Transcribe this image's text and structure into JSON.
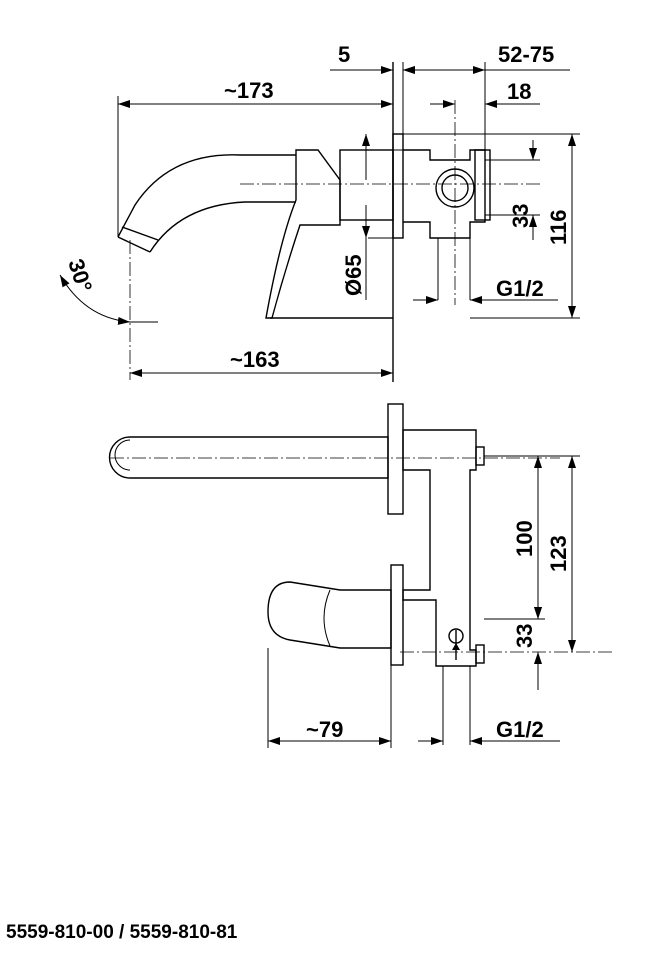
{
  "dimensions": {
    "d5": "5",
    "d52_75": "52-75",
    "d173": "~173",
    "d18": "18",
    "d33_top": "33",
    "d116": "116",
    "d30": "30°",
    "dphi65": "Ø65",
    "dg12_top": "G1/2",
    "d163": "~163",
    "d100": "100",
    "d123": "123",
    "d33_bottom": "33",
    "d79": "~79",
    "dg12_bottom": "G1/2"
  },
  "part_numbers": "5559-810-00 / 5559-810-81"
}
